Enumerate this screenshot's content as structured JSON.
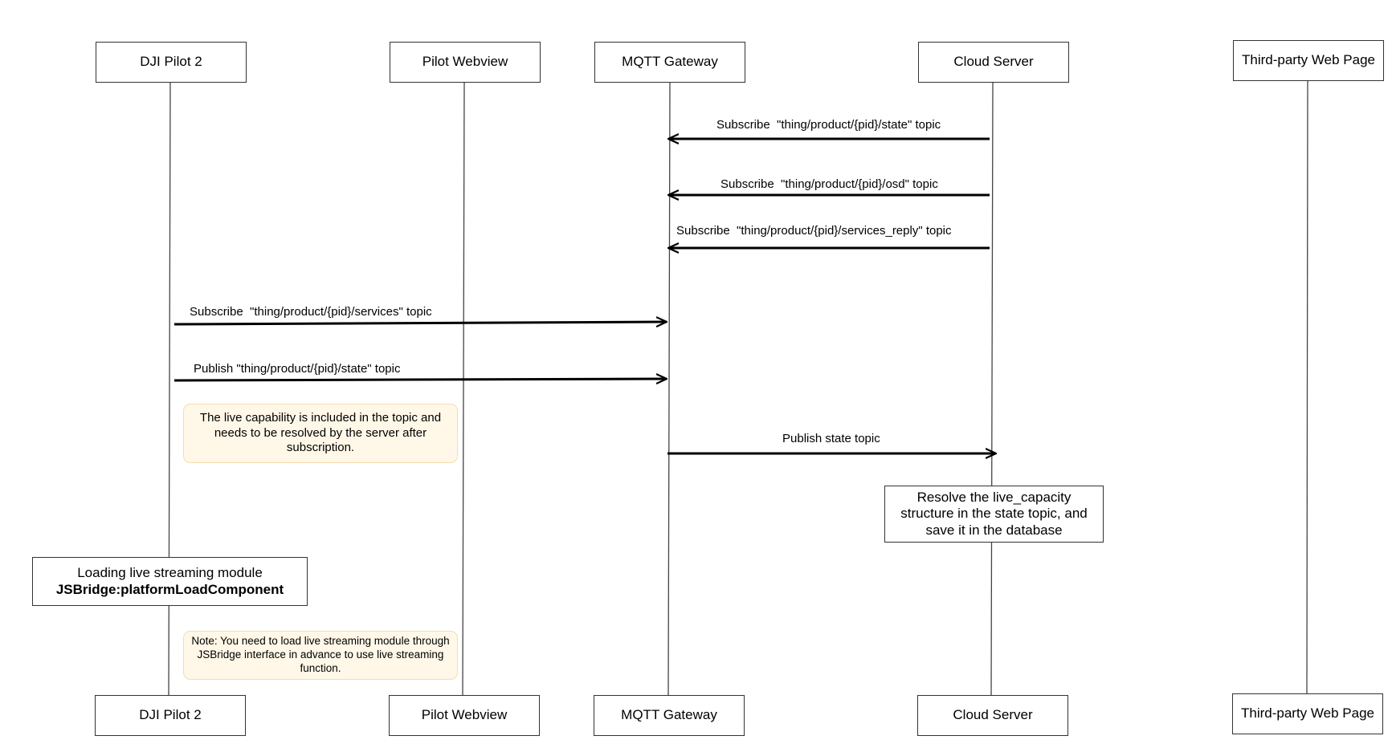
{
  "participants": {
    "dji_pilot": "DJI Pilot 2",
    "pilot_webview": "Pilot Webview",
    "mqtt_gateway": "MQTT Gateway",
    "cloud_server": "Cloud Server",
    "third_party": "Third-party Web Page"
  },
  "messages": {
    "m1": "Subscribe  \"thing/product/{pid}/state\" topic",
    "m2": "Subscribe  \"thing/product/{pid}/osd\" topic",
    "m3": "Subscribe  \"thing/product/{pid}/services_reply\" topic",
    "m4": "Subscribe  \"thing/product/{pid}/services\" topic",
    "m5": "Publish \"thing/product/{pid}/state\" topic",
    "m6": "Publish state topic"
  },
  "notes": {
    "live_capability": "The live capability is included in the topic and needs to be resolved by the server after subscription.",
    "load_module_note": "Note: You need to load live streaming module through JSBridge interface in advance to use live streaming function."
  },
  "activities": {
    "resolve": "Resolve the live_capacity structure in the state topic, and save it in the database",
    "loading_line1": "Loading live streaming module",
    "loading_line2": "JSBridge:platformLoadComponent"
  },
  "colors": {
    "note_fill": "#fff8e8",
    "note_border": "#f6dcae",
    "line": "#333333",
    "arrow": "#000000"
  }
}
